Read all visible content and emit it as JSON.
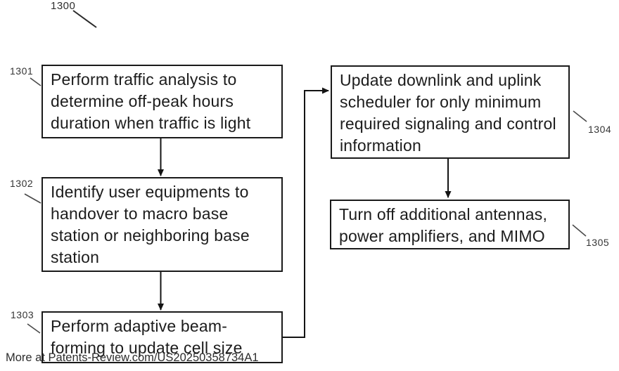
{
  "figure": {
    "number_label": "1300",
    "watermark": "More at Patents-Review.com/US20250358734A1",
    "boxes": [
      {
        "ref": "1301",
        "text": "Perform traffic analysis to\ndetermine off-peak hours\nduration when traffic is light"
      },
      {
        "ref": "1302",
        "text": "Identify user equipments to\nhandover to macro base\nstation or neighboring base\nstation"
      },
      {
        "ref": "1303",
        "text": "Perform adaptive beam-\nforming to update cell size"
      },
      {
        "ref": "1304",
        "text": "Update downlink and uplink\nscheduler for only minimum\nrequired signaling and control\ninformation"
      },
      {
        "ref": "1305",
        "text": "Turn off additional antennas,\npower amplifiers, and MIMO"
      }
    ]
  }
}
